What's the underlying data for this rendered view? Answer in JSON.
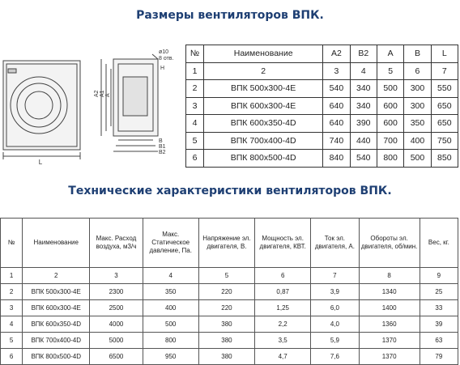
{
  "title_dimensions": "Размеры вентиляторов ВПК.",
  "title_tech": "Технические характеристики вентиляторов ВПК.",
  "drawing": {
    "labels": {
      "a2": "A2",
      "a1": "A1",
      "a": "A",
      "b": "B",
      "b1": "B1",
      "b2": "B2",
      "l": "L",
      "h": "H",
      "holes": "ø10",
      "holes2": "8 отв."
    }
  },
  "dims_table": {
    "headers": [
      "№",
      "Наименование",
      "A2",
      "B2",
      "A",
      "B",
      "L"
    ],
    "index_row": [
      "1",
      "2",
      "3",
      "4",
      "5",
      "6",
      "7"
    ],
    "rows": [
      [
        "2",
        "ВПК 500х300-4Е",
        "540",
        "340",
        "500",
        "300",
        "550"
      ],
      [
        "3",
        "ВПК 600х300-4Е",
        "640",
        "340",
        "600",
        "300",
        "650"
      ],
      [
        "4",
        "ВПК 600х350-4D",
        "640",
        "390",
        "600",
        "350",
        "650"
      ],
      [
        "5",
        "ВПК 700х400-4D",
        "740",
        "440",
        "700",
        "400",
        "750"
      ],
      [
        "6",
        "ВПК 800х500-4D",
        "840",
        "540",
        "800",
        "500",
        "850"
      ]
    ]
  },
  "tech_table": {
    "headers": [
      "№",
      "Наименование",
      "Макс. Расход воздуха, м3/ч",
      "Макс. Статическое давление, Па.",
      "Напряжение эл. двигателя, В.",
      "Мощность эл. двигателя, КВТ.",
      "Ток эл. двигателя, А.",
      "Обороты эл. двигателя, об/мин.",
      "Вес, кг."
    ],
    "index_row": [
      "1",
      "2",
      "3",
      "4",
      "5",
      "6",
      "7",
      "8",
      "9"
    ],
    "rows": [
      [
        "2",
        "ВПК 500х300-4Е",
        "2300",
        "350",
        "220",
        "0,87",
        "3,9",
        "1340",
        "25"
      ],
      [
        "3",
        "ВПК 600х300-4Е",
        "2500",
        "400",
        "220",
        "1,25",
        "6,0",
        "1400",
        "33"
      ],
      [
        "4",
        "ВПК 600х350-4D",
        "4000",
        "500",
        "380",
        "2,2",
        "4,0",
        "1360",
        "39"
      ],
      [
        "5",
        "ВПК 700х400-4D",
        "5000",
        "800",
        "380",
        "3,5",
        "5,9",
        "1370",
        "63"
      ],
      [
        "6",
        "ВПК 800х500-4D",
        "6500",
        "950",
        "380",
        "4,7",
        "7,6",
        "1370",
        "79"
      ]
    ]
  }
}
